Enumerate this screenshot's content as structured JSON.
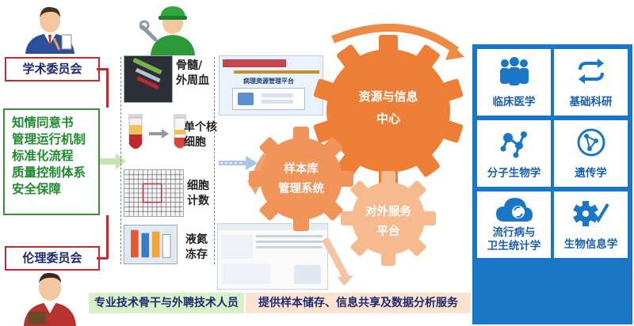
{
  "committees": {
    "academic": "学术委员会",
    "ethics": "伦理委员会"
  },
  "management": {
    "items": [
      "知情同意书",
      "管理运行机制",
      "标准化流程",
      "质量控制体系",
      "安全保障"
    ]
  },
  "samples": [
    {
      "label_lines": [
        "骨髓/",
        "外周血"
      ]
    },
    {
      "label_lines": [
        "单个核",
        "细胞"
      ]
    },
    {
      "label_lines": [
        "细胞",
        "计数"
      ]
    },
    {
      "label_lines": [
        "液氮",
        "冻存"
      ]
    }
  ],
  "screenshot_title": "病理资源管理平台",
  "gears": {
    "center": [
      "资源与信息",
      "中心"
    ],
    "biobank": [
      "样本库",
      "管理系统"
    ],
    "service": [
      "对外服务",
      "平台"
    ]
  },
  "bottom": {
    "staff": "专业技术骨干与外聘技术人员",
    "services": "提供样本储存、信息共享及数据分析服务"
  },
  "applications": [
    {
      "label_lines": [
        "临床医学"
      ],
      "icon": "people-icon"
    },
    {
      "label_lines": [
        "基础科研"
      ],
      "icon": "cycle-arrows-icon"
    },
    {
      "label_lines": [
        "分子生物学"
      ],
      "icon": "molecule-icon"
    },
    {
      "label_lines": [
        "遗传学"
      ],
      "icon": "network-globe-icon"
    },
    {
      "label_lines": [
        "流行病与",
        "卫生统计学"
      ],
      "icon": "cloud-sync-icon"
    },
    {
      "label_lines": [
        "生物信息学"
      ],
      "icon": "gear-check-icon"
    }
  ],
  "colors": {
    "red": "#c8282e",
    "green": "#1f8a2e",
    "orange": "#ee7d35",
    "blue": "#1a77c6",
    "navy": "#1e2a6e"
  }
}
